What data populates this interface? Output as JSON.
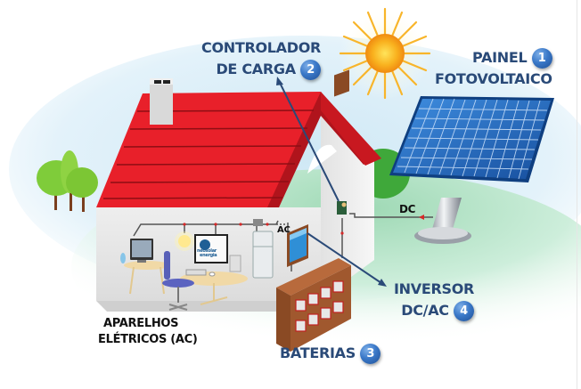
{
  "diagram": {
    "title": "",
    "components": [
      {
        "number": "1",
        "line1": "PAINEL",
        "line2": "FOTOVOLTAICO"
      },
      {
        "number": "2",
        "line1": "CONTROLADOR",
        "line2": "DE CARGA"
      },
      {
        "number": "3",
        "line1": "BATERIAS",
        "line2": ""
      },
      {
        "number": "4",
        "line1": "INVERSOR",
        "line2": "DC/AC"
      }
    ],
    "appliances_label": {
      "line1": "APARELHOS",
      "line2": "ELÉTRICOS (AC)"
    },
    "wire_labels": {
      "dc": "DC",
      "ac": "AC"
    },
    "monitor_brand": {
      "line1": "neosolar",
      "line2": "energia"
    },
    "colors": {
      "label_blue": "#2a4a78",
      "badge_blue": "#3a78c8",
      "roof_red": "#e8202a",
      "panel_blue": "#1a5fb4",
      "sun_orange": "#f7a81b",
      "grass_green": "#bfe6cf",
      "sky_blue": "#d7ecf7",
      "battery_wood": "#a0582e"
    }
  }
}
